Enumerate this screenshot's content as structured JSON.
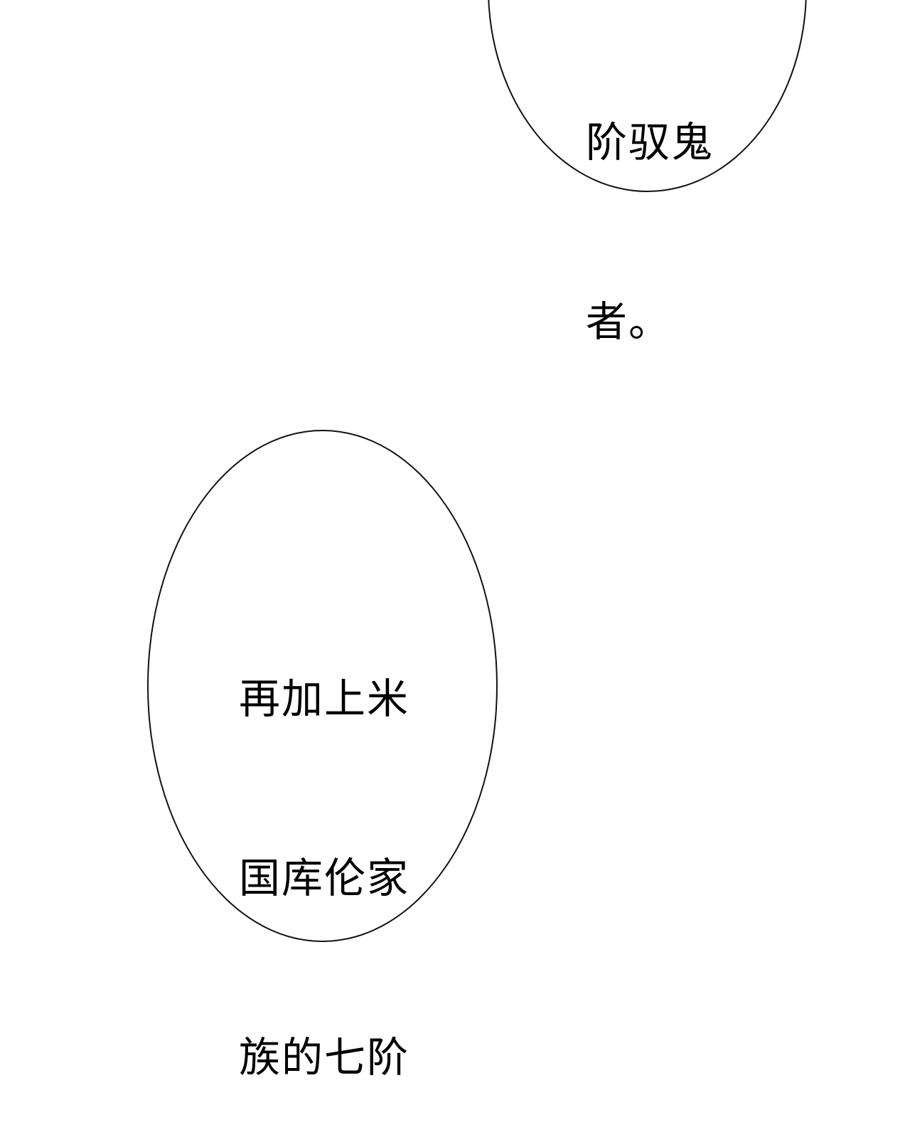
{
  "bubbles": {
    "top": {
      "lines": [
        "阶驭鬼",
        "者。"
      ]
    },
    "bottom": {
      "lines": [
        "再加上米",
        "国库伦家",
        "族的七阶"
      ]
    }
  },
  "colors": {
    "background": "#ffffff",
    "outline": "#111111",
    "text": "#000000"
  }
}
